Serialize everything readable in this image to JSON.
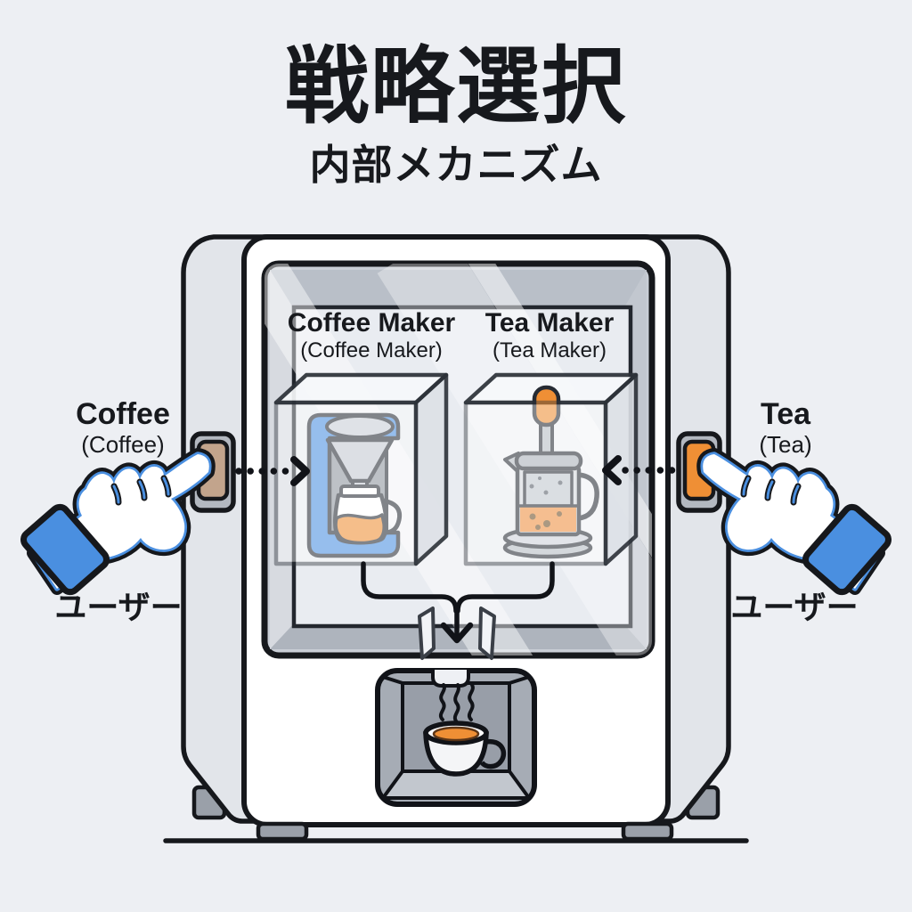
{
  "title": "戦略選択",
  "subtitle": "内部メカニズム",
  "machine_window": {
    "coffee_unit": {
      "label": "Coffee Maker",
      "sublabel": "(Coffee Maker)"
    },
    "tea_unit": {
      "label": "Tea Maker",
      "sublabel": "(Tea Maker)"
    }
  },
  "left_side": {
    "option_label": "Coffee",
    "option_sublabel": "(Coffee)",
    "user_label": "ユーザー"
  },
  "right_side": {
    "option_label": "Tea",
    "option_sublabel": "(Tea)",
    "user_label": "ユーザー"
  },
  "colors": {
    "background": "#edeff3",
    "outline": "#16181c",
    "accent_blue": "#4a8fe0",
    "accent_orange": "#ef8f35",
    "button_tan": "#c2a48c",
    "machine_white": "#ffffff",
    "side_panel_gray": "#e2e5ea",
    "window_bevel_gray": "#c9ced6",
    "glass_gray": "#e9ecf1",
    "dispenser_gray": "#a6acb5"
  }
}
